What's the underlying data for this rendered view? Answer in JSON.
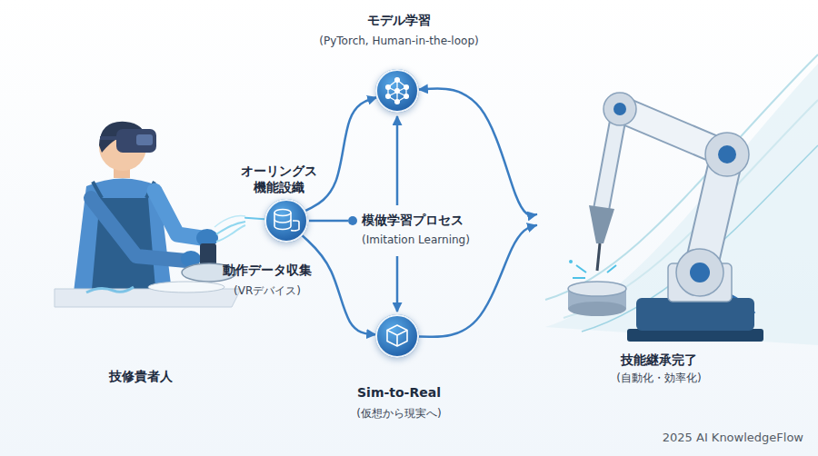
{
  "diagram": {
    "nodes": [
      {
        "text": [
          "技修貴者人"
        ]
      },
      {
        "text": [
          "オーリングス 機能設織",
          "動作データ収集",
          "(VRデバイス)"
        ]
      },
      {
        "text": [
          "モデル学習",
          "(PyTorch, Human-in-the-loop)"
        ]
      },
      {
        "text": [
          "Sim-to-Real",
          "(仮想から現実へ)"
        ]
      },
      {
        "text": [
          "技能継承完了",
          "(自動化・効率化)"
        ]
      }
    ],
    "edges": [
      {
        "from": 0,
        "to": 1,
        "arrow": "none"
      },
      {
        "from": 1,
        "to": 2,
        "arrow": "to"
      },
      {
        "from": 1,
        "to": 3,
        "arrow": "to"
      },
      {
        "from": 2,
        "to": 4,
        "arrow": "both"
      },
      {
        "from": 3,
        "to": 4,
        "arrow": "to"
      }
    ],
    "labels": [
      "模做学習プロセス",
      "(Imitation Learning)",
      "2025 AI KnowledgeFlow"
    ]
  }
}
